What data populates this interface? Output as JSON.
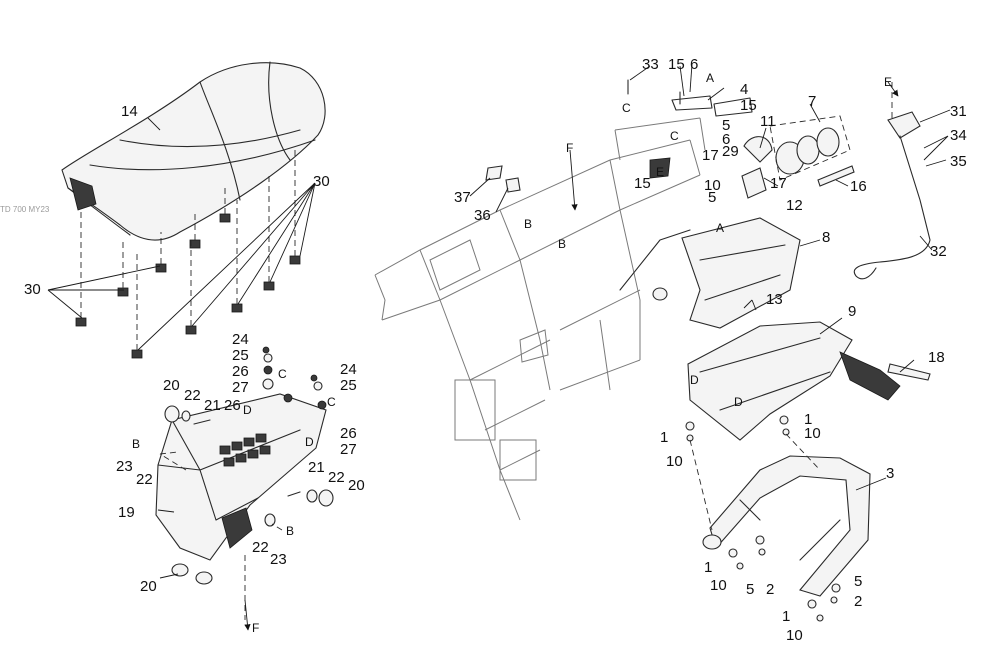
{
  "reference_code": "TD 700 MY23",
  "callouts": {
    "n1": "1",
    "n2": "2",
    "n3": "3",
    "n4": "4",
    "n5": "5",
    "n6": "6",
    "n7": "7",
    "n8": "8",
    "n9": "9",
    "n10": "10",
    "n11": "11",
    "n12": "12",
    "n13": "13",
    "n14": "14",
    "n15": "15",
    "n16": "16",
    "n17": "17",
    "n18": "18",
    "n19": "19",
    "n20": "20",
    "n21": "21",
    "n22": "22",
    "n23": "23",
    "n24": "24",
    "n25": "25",
    "n26": "26",
    "n27": "27",
    "n29": "29",
    "n30": "30",
    "n31": "31",
    "n32": "32",
    "n33": "33",
    "n34": "34",
    "n35": "35",
    "n36": "36",
    "n37": "37"
  },
  "letters": {
    "A": "A",
    "B": "B",
    "C": "C",
    "D": "D",
    "E": "E",
    "F": "F"
  }
}
